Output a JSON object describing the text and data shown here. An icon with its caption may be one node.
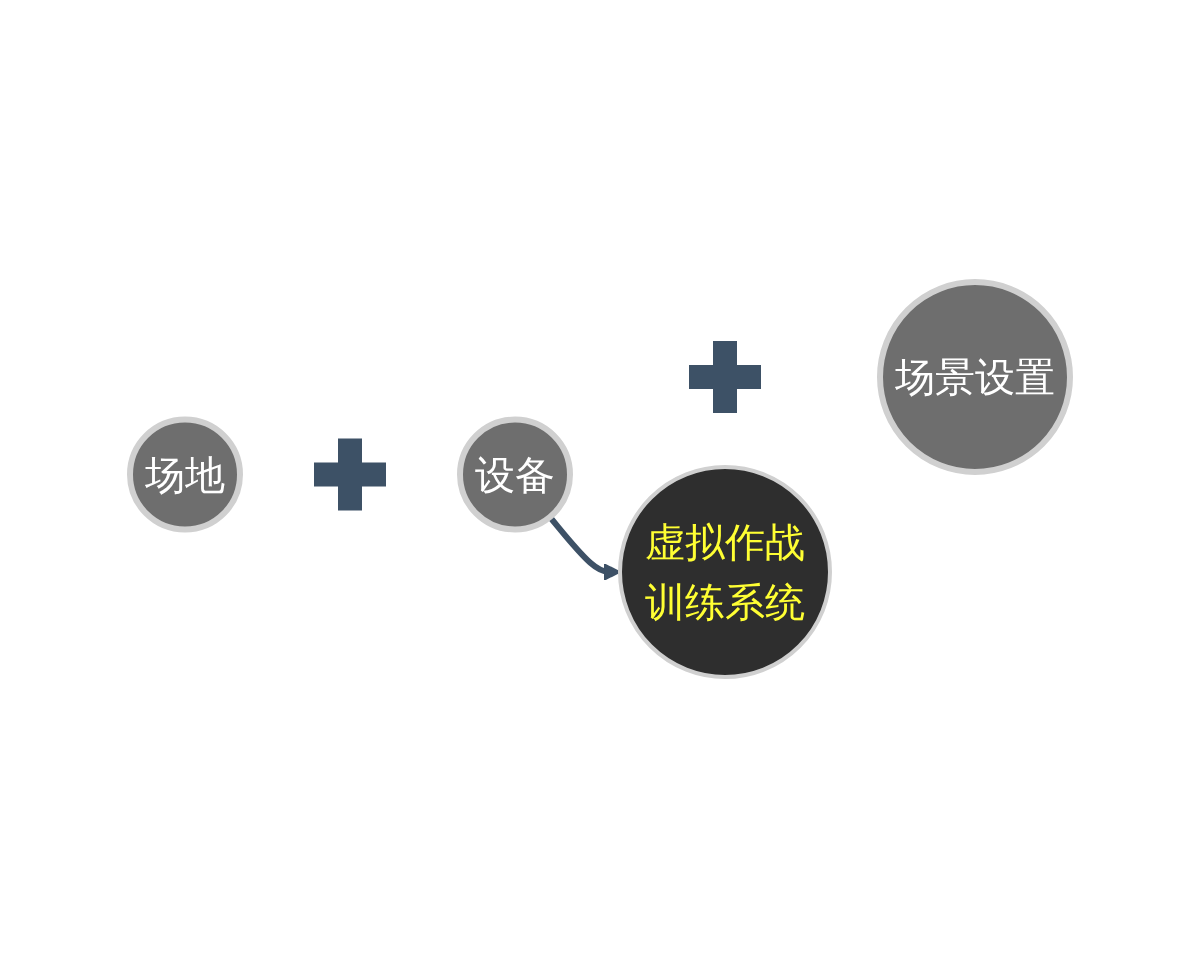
{
  "diagram": {
    "nodes": [
      {
        "text": [
          "场地"
        ]
      },
      {
        "text": [],
        "shape": "plus"
      },
      {
        "text": [
          "设备"
        ]
      },
      {
        "text": [],
        "shape": "plus"
      },
      {
        "text": [
          "场景设置"
        ]
      },
      {
        "text": [
          "虚拟作战训练系统"
        ]
      }
    ],
    "edges": [
      {
        "from": 2,
        "to": 5,
        "arrow": "to",
        "color": "#3d5166"
      }
    ]
  }
}
